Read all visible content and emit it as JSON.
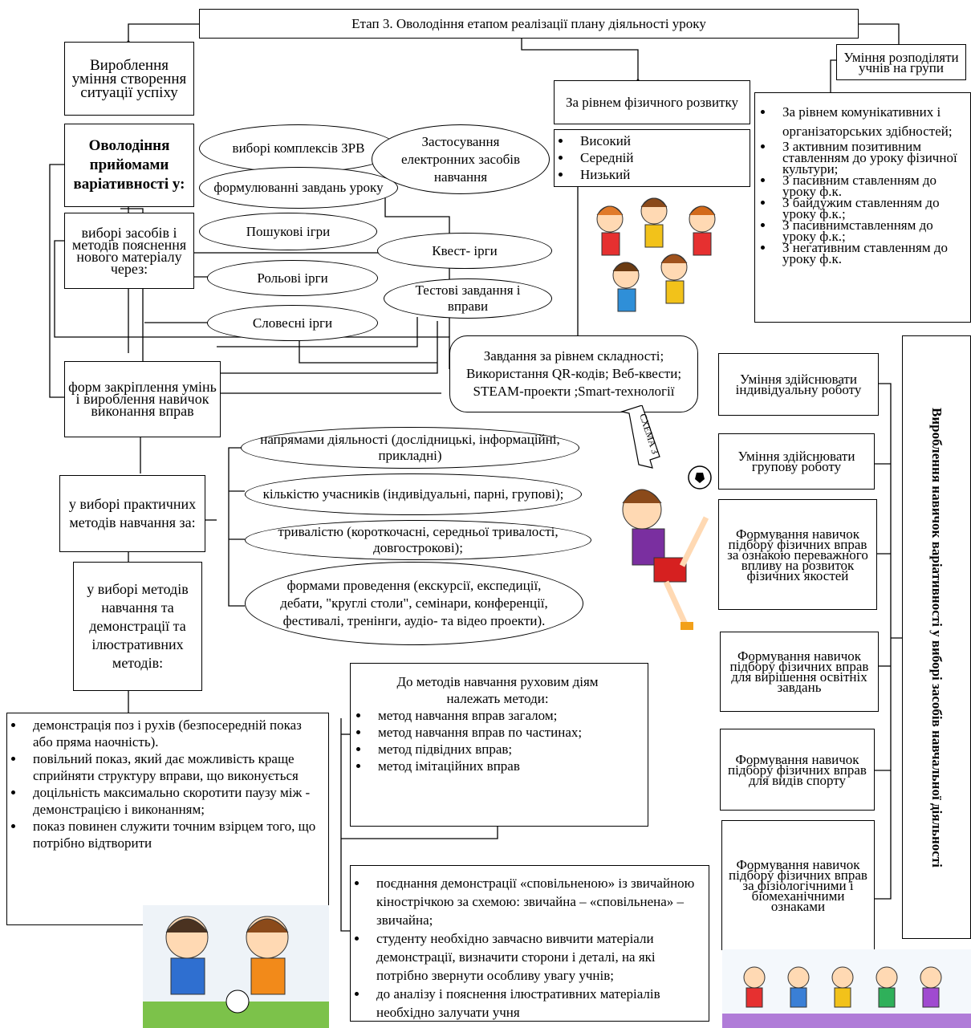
{
  "top_title": "Етап 3.  Оволодіння етапом реалізації плану діяльності уроку",
  "left": {
    "success": "Вироблення уміння створення ситуації успіху",
    "variativity": "Оволодіння прийомами варіативності у:",
    "methods_choice": "виборі засобів і методів пояснення нового матеріалу через:",
    "consolidation": "форм закріплення умінь і вироблення навичок виконання вправ",
    "practical": "у виборі практичних методів навчання за:",
    "demonstration": "у виборі методів навчання та демонстрації та ілюстративних методів:"
  },
  "ovals": {
    "zrv": "виборі комплексів ЗРВ",
    "tasks": "формулюванні завдань уроку",
    "electronic": "Застосування електронних засобів навчання",
    "search_games": "Пошукові ігри",
    "quest": "Квест- ірги",
    "role_games": "Рольові ірги",
    "tests": "Тестові завдання і вправи",
    "word_games": "Словесні ірги",
    "directions": "напрямами діяльності (дослідницькі, інформаційні, прикладні)",
    "participants": "кількістю учасників (індивідуальні, парні, групові);",
    "duration": "тривалістю (короткочасні, середньої тривалості, довгострокові);",
    "forms": "формами проведення (екскурсії, експедиції, дебати, \"круглі столи\", семінари, конференції, фестивалі, тренінги, аудіо- та відео проекти)."
  },
  "complexity": "Завдання за рівнем складності; Використання QR-кодів; Веб-квести; STEAM-проекти ;Smart-технології",
  "schema_label": "СХЕМА 3",
  "physical": {
    "title": "За рівнем фізичного розвитку",
    "items": [
      "Високий",
      "Середній",
      "Низький"
    ]
  },
  "groups": {
    "title": "Уміння розподіляти учнів на групи",
    "items": [
      "За рівнем комунікативних і організаторських здібностей;",
      "З активним позитивним ставленням до уроку фізичної культури;",
      "З пасивним ставленням до уроку ф.к.",
      "З байдужим ставленням до уроку ф.к.;",
      "З пасивнимставленням до уроку ф.к.;",
      "З негативним ставленням до уроку ф.к."
    ]
  },
  "right_boxes": [
    "Уміння здійснювати індивідуальну роботу",
    "Уміння здійснювати групову роботу",
    "Формування навичок підбору фізичних вправ за ознакою переважного впливу на розвиток фізичних якостей",
    "Формування навичок підбору фізичних вправ для вирішення освітніх завдань",
    "Формування навичок підбору фізичних вправ для видів спорту",
    "Формування навичок підбору фізичних вправ за фізіологічними і біомеханічними ознаками"
  ],
  "vertical_title": "Вироблення навичок варіативності у виборі засобів навчальної діяльності",
  "demo_list": [
    "демонстрація поз і рухів (безпосередній показ або пряма наочність).",
    " повільний показ, який дає можливість краще сприйняти структуру вправи, що виконується",
    " доцільність максимально скоротити паузу між - демонстрацією і виконанням;",
    "показ повинен служити точним взірцем того, що потрібно відтворити"
  ],
  "motor_methods": {
    "title": "До методів навчання руховим діям належать методи:",
    "items": [
      "метод навчання вправ загалом;",
      "метод навчання вправ по частинах;",
      "метод підвідних вправ;",
      "метод імітаційних вправ"
    ]
  },
  "slow_demo_list": [
    "поєднання демонстрації «сповільненою» із звичайною кінострічкою за схемою: звичайна – «сповільнена» – звичайна;",
    "студенту необхідно завчасно вивчити матеріали демонстрації, визначити сторони і деталі, на які потрібно звернути особливу увагу учнів;",
    " до аналізу і пояснення ілюстративних матеріалів необхідно залучати учня"
  ]
}
